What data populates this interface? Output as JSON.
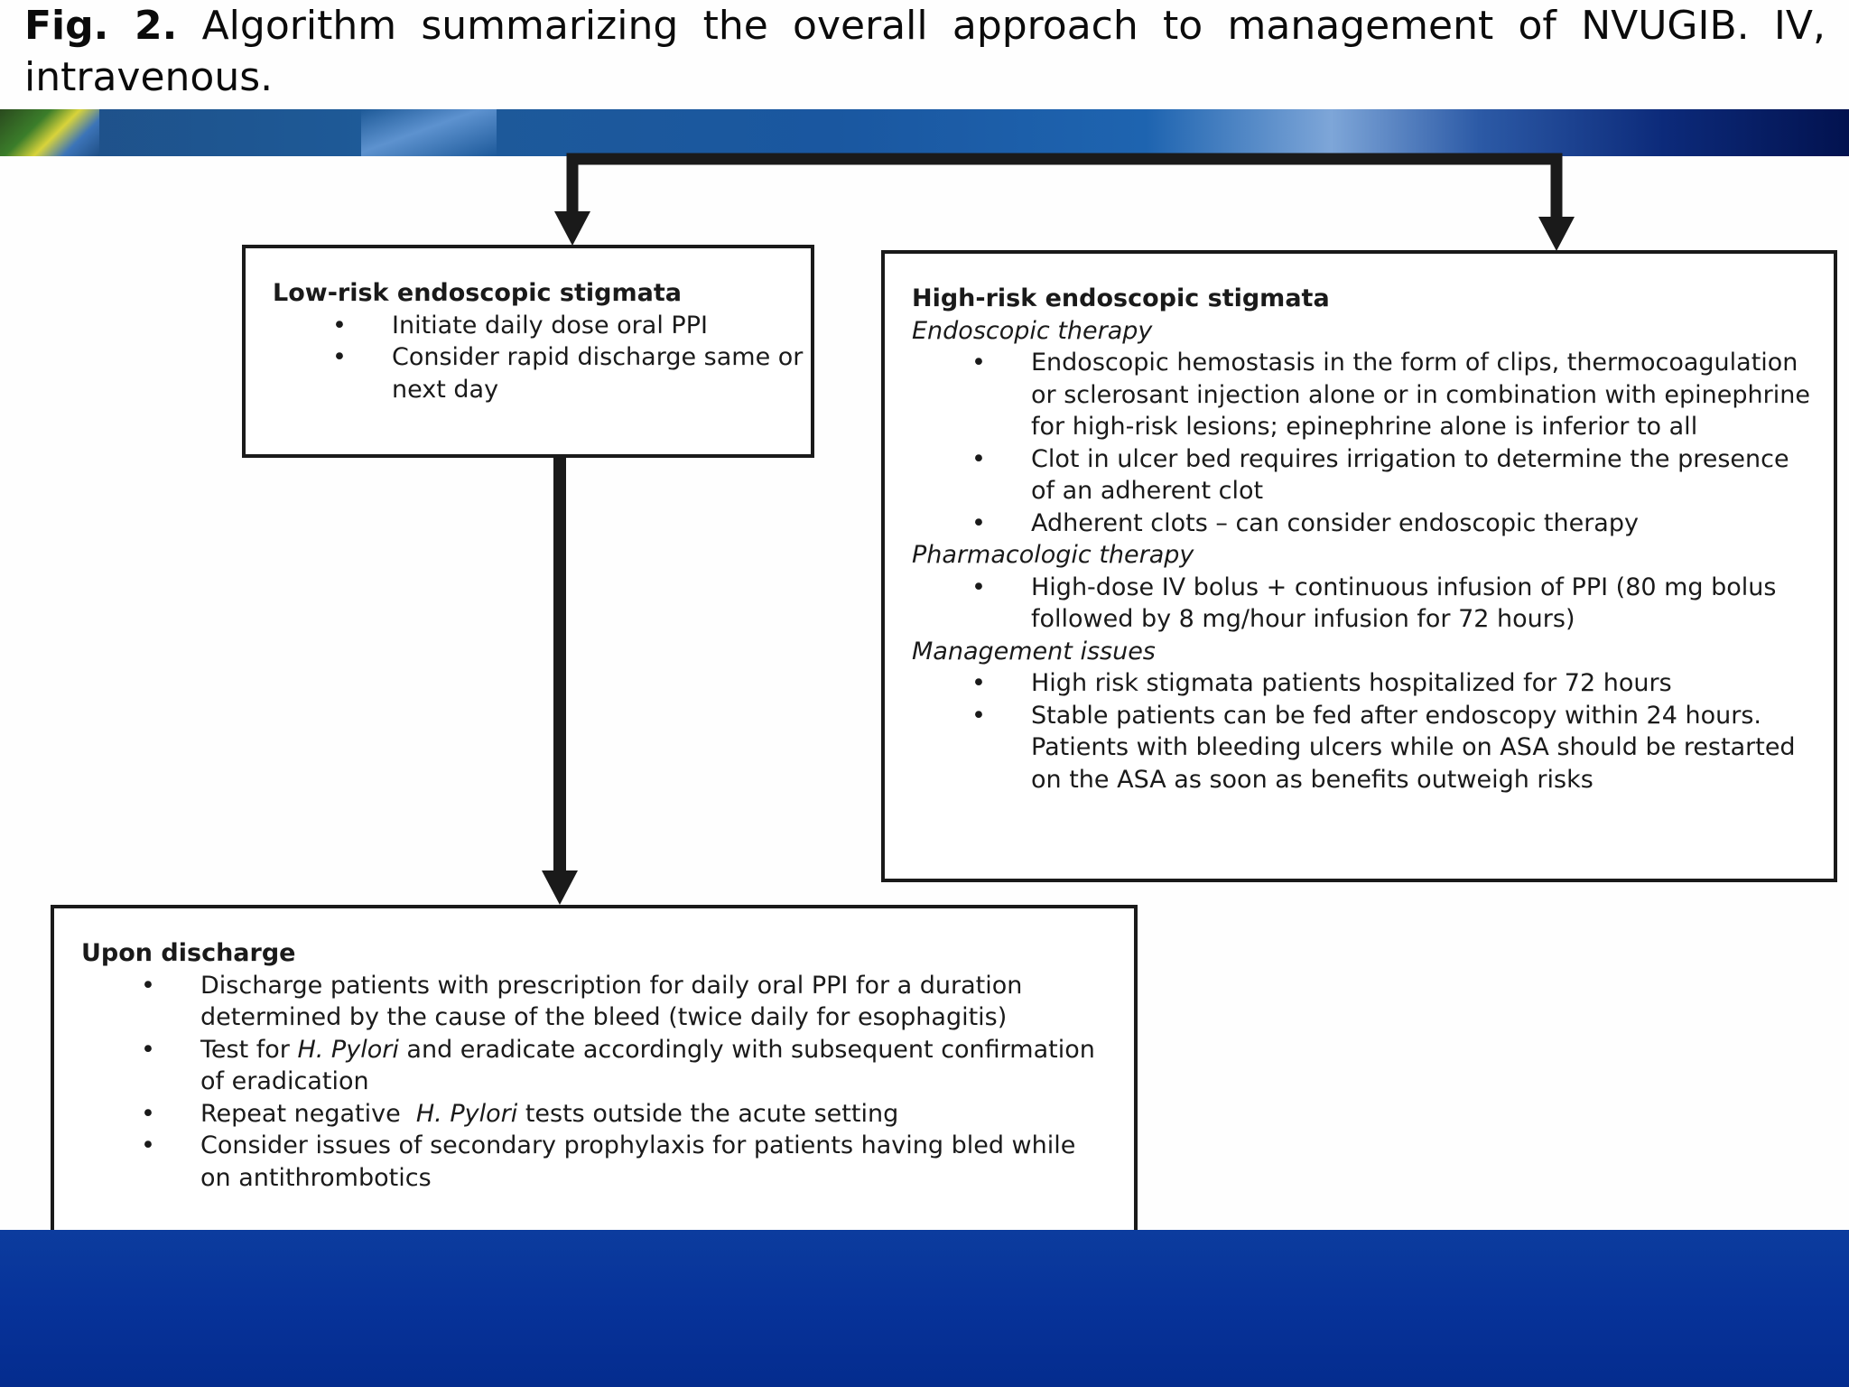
{
  "caption": {
    "fig_label": "Fig. 2.",
    "text": "Algorithm summarizing the overall approach to management of NVUGIB. IV, intravenous."
  },
  "low_risk": {
    "title": "Low-risk endoscopic stigmata",
    "bullets": [
      "Initiate daily dose oral PPI",
      "Consider rapid discharge same or next day"
    ]
  },
  "high_risk": {
    "title": "High-risk endoscopic stigmata",
    "sections": [
      {
        "heading": "Endoscopic therapy",
        "bullets": [
          "Endoscopic hemostasis in the form of clips, thermocoagulation or sclerosant injection alone or in combination with epinephrine for high-risk lesions; epinephrine alone is inferior to all",
          "Clot in ulcer bed requires irrigation to determine the presence of an adherent clot",
          "Adherent clots – can consider endoscopic therapy"
        ]
      },
      {
        "heading": "Pharmacologic therapy",
        "bullets": [
          "High-dose IV bolus + continuous infusion of PPI (80 mg bolus followed by 8 mg/hour infusion for 72 hours)"
        ]
      },
      {
        "heading": "Management issues",
        "bullets": [
          "High risk stigmata patients hospitalized for 72 hours",
          "Stable patients can be fed after endoscopy within 24 hours. Patients with bleeding ulcers while on ASA should be restarted on the ASA as soon as benefits outweigh risks"
        ]
      }
    ]
  },
  "discharge": {
    "title": "Upon discharge",
    "bullets": [
      {
        "pre": "Discharge patients with prescription for daily oral PPI for a duration determined by the cause of the bleed (twice daily for esophagitis)"
      },
      {
        "pre": "Test for ",
        "italic": "H. Pylori",
        "post": " and eradicate accordingly with subsequent confirmation of eradication"
      },
      {
        "pre": "Repeat negative  ",
        "italic": "H. Pylori",
        "post": " tests outside the acute setting"
      },
      {
        "pre": "Consider issues of secondary prophylaxis for patients having bled while on antithrombotics"
      }
    ]
  },
  "bullet_glyph": "•",
  "colors": {
    "line": "#1a1a1a",
    "header_band": "#1a57a0",
    "footer_band": "#07339a"
  }
}
